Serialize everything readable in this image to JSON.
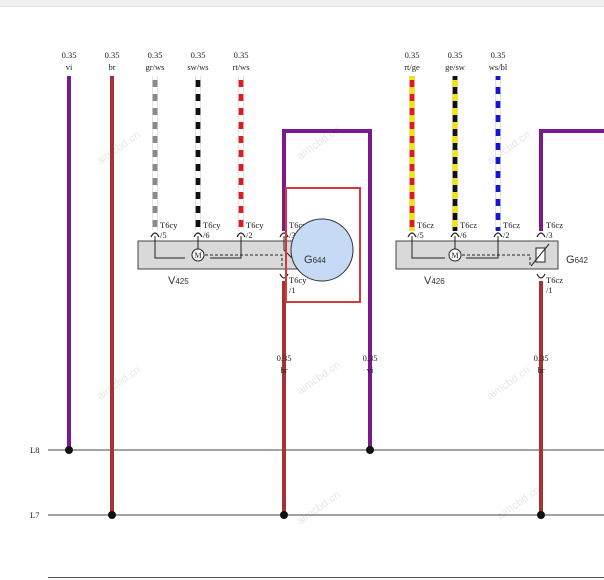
{
  "colors": {
    "violet": "#7b1a8a",
    "brown": "#a83232",
    "grey": "#8a8a8a",
    "black": "#111111",
    "red": "#e01b1b",
    "yellow": "#f5e600",
    "blue": "#1515d6",
    "white": "#ffffff",
    "motor_box": "#d9d9d9",
    "sensor_fill": "#c6d9f5",
    "highlight": "#d43a3a"
  },
  "wires_top": [
    {
      "size": "0.35",
      "color": "vi"
    },
    {
      "size": "0.35",
      "color": "br"
    },
    {
      "size": "0.35",
      "color": "gr/ws"
    },
    {
      "size": "0.35",
      "color": "sw/ws"
    },
    {
      "size": "0.35",
      "color": "rt/ws"
    },
    {
      "size": "0.35",
      "color": "rt/ge"
    },
    {
      "size": "0.35",
      "color": "ge/sw"
    },
    {
      "size": "0.35",
      "color": "ws/bl"
    }
  ],
  "wires_mid": [
    {
      "size": "0.35",
      "color": "br"
    },
    {
      "size": "0.35",
      "color": "vi"
    },
    {
      "size": "0.35",
      "color": "br"
    }
  ],
  "pins": [
    {
      "conn": "T6cy",
      "pin": "5"
    },
    {
      "conn": "T6cy",
      "pin": "6"
    },
    {
      "conn": "T6cy",
      "pin": "2"
    },
    {
      "conn": "T6cy",
      "pin": "3"
    },
    {
      "conn": "T6cy",
      "pin": "1"
    },
    {
      "conn": "T6cz",
      "pin": "5"
    },
    {
      "conn": "T6cz",
      "pin": "6"
    },
    {
      "conn": "T6cz",
      "pin": "2"
    },
    {
      "conn": "T6cz",
      "pin": "3"
    },
    {
      "conn": "T6cz",
      "pin": "1"
    }
  ],
  "components": [
    {
      "letter": "V",
      "number": "425"
    },
    {
      "letter": "G",
      "number": "644"
    },
    {
      "letter": "V",
      "number": "426"
    },
    {
      "letter": "G",
      "number": "642"
    }
  ],
  "motor_symbol": "M",
  "rails": [
    "L8",
    "L7"
  ],
  "watermark": "aimcbd.cn"
}
